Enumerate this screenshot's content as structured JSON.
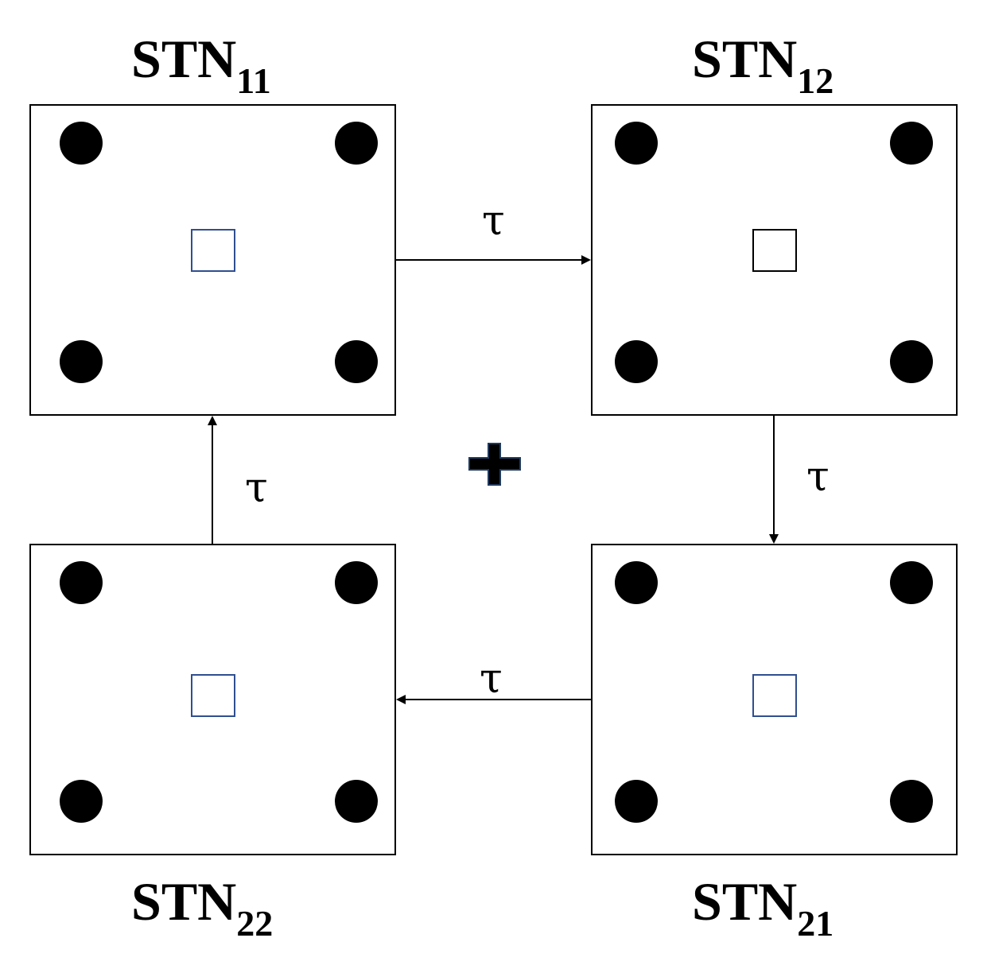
{
  "nodes": {
    "n11": {
      "base": "STN",
      "sub": "11"
    },
    "n12": {
      "base": "STN",
      "sub": "12"
    },
    "n21": {
      "base": "STN",
      "sub": "21"
    },
    "n22": {
      "base": "STN",
      "sub": "22"
    }
  },
  "edges": {
    "e11_12": "τ",
    "e12_21": "τ",
    "e21_22": "τ",
    "e22_11": "τ"
  },
  "center_symbol": "plus-sign",
  "colors": {
    "stroke": "#000000",
    "dot": "#000000",
    "center_square_blue": "#2f4f8f",
    "center_square_black": "#000000"
  }
}
